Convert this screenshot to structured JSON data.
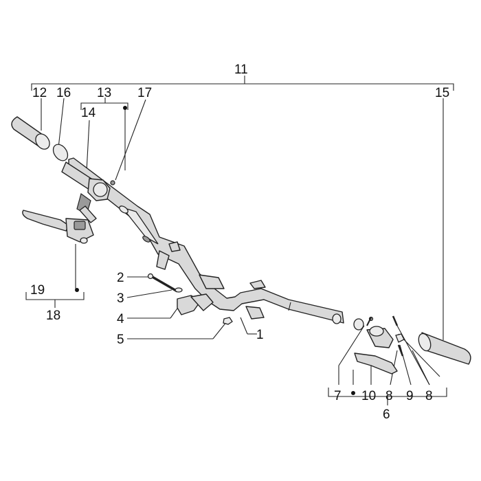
{
  "callouts": {
    "c1": "1",
    "c2": "2",
    "c3": "3",
    "c4": "4",
    "c5": "5",
    "c6": "6",
    "c7": "7",
    "c8a": "8",
    "c8b": "8",
    "c9": "9",
    "c10": "10",
    "c11": "11",
    "c12": "12",
    "c13": "13",
    "c14": "14",
    "c15": "15",
    "c16": "16",
    "c17": "17",
    "c18": "18",
    "c19": "19"
  },
  "colors": {
    "line": "#222222",
    "part_fill": "#d9d9d9",
    "background": "#ffffff"
  }
}
